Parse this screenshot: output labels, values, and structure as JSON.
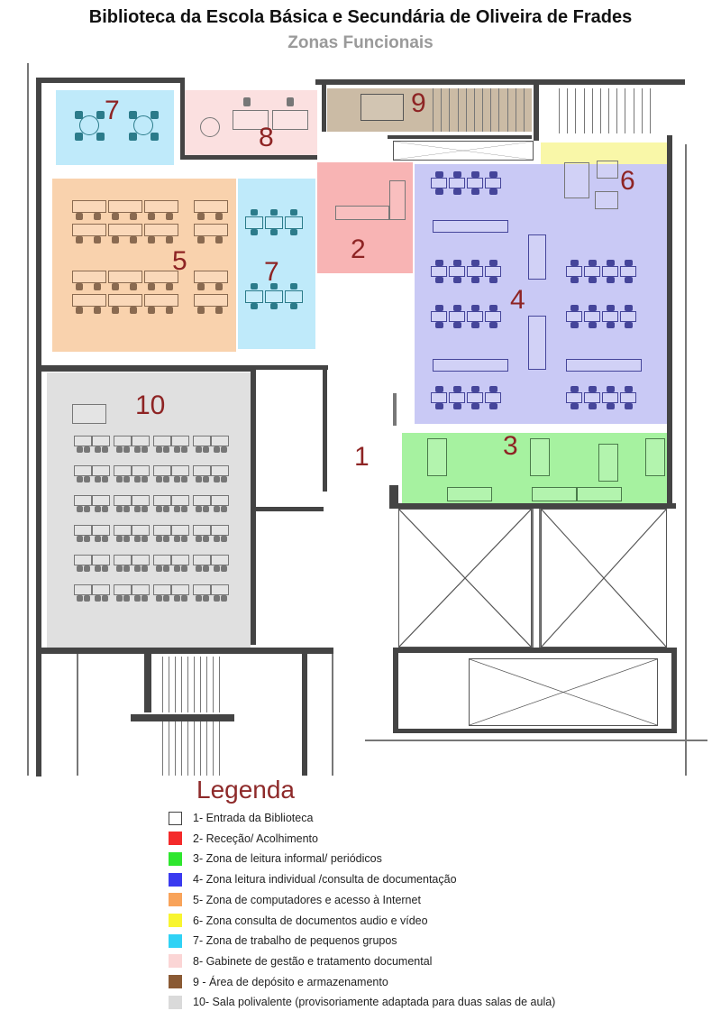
{
  "header": {
    "title": "Biblioteca da Escola Básica e Secundária de Oliveira de Frades",
    "subtitle": "Zonas Funcionais"
  },
  "zones": [
    {
      "id": "1",
      "color": "#ffffff"
    },
    {
      "id": "2",
      "color": "#f8b4b4"
    },
    {
      "id": "3",
      "color": "#a6f2a0"
    },
    {
      "id": "4",
      "color": "#c9c9f5"
    },
    {
      "id": "5",
      "color": "#f9d2ad"
    },
    {
      "id": "6",
      "color": "#f9f7a8"
    },
    {
      "id": "7",
      "color": "#bfeafa"
    },
    {
      "id": "8",
      "color": "#fbe0e0"
    },
    {
      "id": "9",
      "color": "#cbbba5"
    },
    {
      "id": "10",
      "color": "#e0e0e0"
    }
  ],
  "legend": {
    "title": "Legenda",
    "items": [
      {
        "label": "1- Entrada da Biblioteca",
        "color": "#ffffff"
      },
      {
        "label": "2- Receção/ Acolhimento",
        "color": "#f42a2a"
      },
      {
        "label": "3- Zona de leitura informal/ periódicos",
        "color": "#2ee62e"
      },
      {
        "label": "4- Zona leitura individual /consulta de documentação",
        "color": "#3a3af0"
      },
      {
        "label": "5- Zona de computadores e acesso à Internet",
        "color": "#f8a35a"
      },
      {
        "label": "6- Zona consulta de documentos audio e vídeo",
        "color": "#f8f530"
      },
      {
        "label": "7- Zona de trabalho de pequenos grupos",
        "color": "#30d2f5"
      },
      {
        "label": "8- Gabinete de gestão e tratamento documental",
        "color": "#fbd5d5"
      },
      {
        "label": "9 - Área de depósito e armazenamento",
        "color": "#8a5a34"
      },
      {
        "label": "10- Sala polivalente (provisoriamente adaptada  para duas salas de aula)",
        "color": "#dadada"
      }
    ]
  }
}
